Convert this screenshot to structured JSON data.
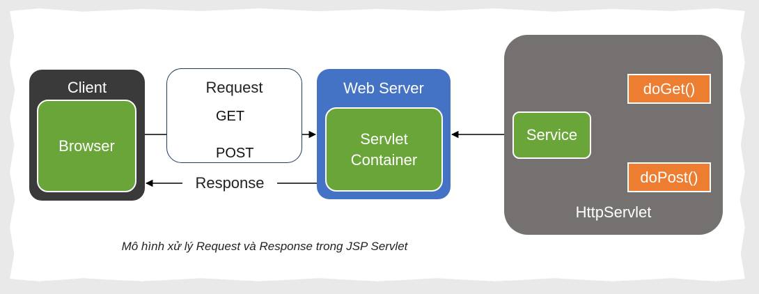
{
  "client": {
    "title": "Client",
    "inner": "Browser"
  },
  "request": {
    "title": "Request",
    "get": "GET",
    "post": "POST"
  },
  "response": {
    "label": "Response"
  },
  "web_server": {
    "title": "Web Server",
    "inner_line1": "Servlet",
    "inner_line2": "Container"
  },
  "http_servlet": {
    "title": "HttpServlet",
    "service": "Service",
    "do_get": "doGet()",
    "do_post": "doPost()"
  },
  "caption": "Mô hình xử lý Request và Response trong JSP Servlet",
  "colors": {
    "dark_box": "#3a3a3a",
    "green": "#6aa53a",
    "blue": "#4472c4",
    "gray": "#757170",
    "orange": "#ed7d31"
  }
}
